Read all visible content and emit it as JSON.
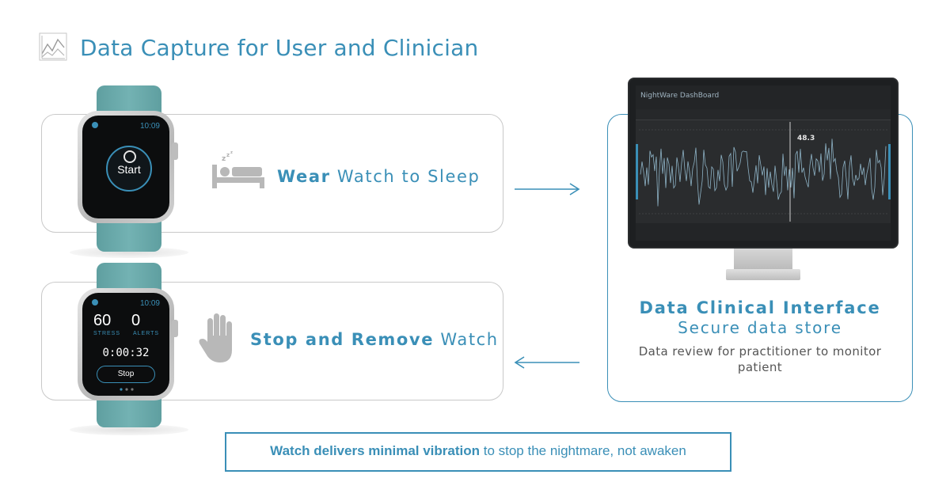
{
  "header": {
    "title": "Data Capture for User and Clinician",
    "icon": "chart-icon"
  },
  "steps": [
    {
      "bold": "Wear",
      "rest": " Watch to Sleep",
      "icon": "bed-sleep-icon"
    },
    {
      "bold": "Stop and Remove",
      "rest": " Watch",
      "icon": "hand-icon"
    }
  ],
  "watch_start": {
    "time": "10:09",
    "button": "Start"
  },
  "watch_stop": {
    "time": "10:09",
    "stress_value": "60",
    "stress_label": "STRESS",
    "alerts_value": "0",
    "alerts_label": "ALERTS",
    "timer": "0:00:32",
    "button": "Stop"
  },
  "dashboard": {
    "title": "NightWare DashBoard",
    "readout": "48.3"
  },
  "clinical": {
    "title": "Data Clinical Interface",
    "subtitle": "Secure data store",
    "description": "Data review for practitioner to monitor patient"
  },
  "note": {
    "bold": "Watch delivers minimal vibration",
    "rest": " to stop the nightmare, not awaken"
  },
  "colors": {
    "accent": "#3a8fb7",
    "band": "#6aa9aa",
    "border": "#c9c9c9"
  }
}
